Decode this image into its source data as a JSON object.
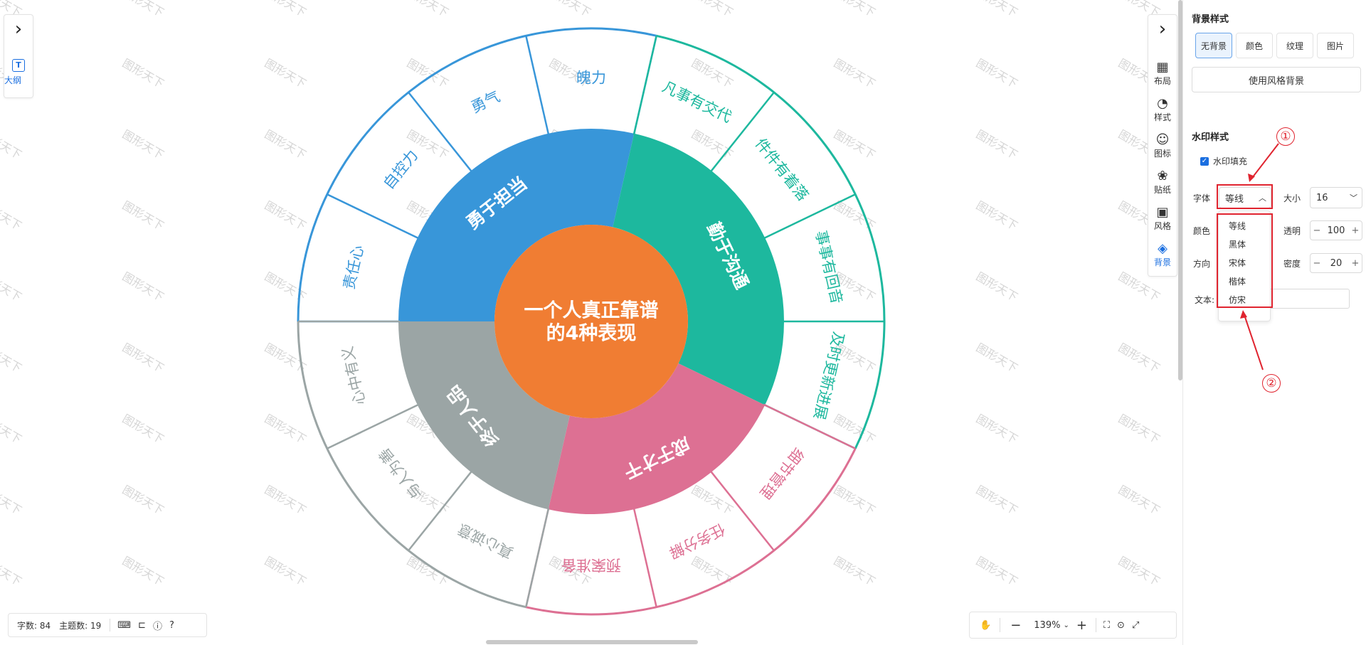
{
  "left_toolbar": {
    "outline_label": "大纲",
    "outline_icon": "outline-icon",
    "toggle_icon": "chevron-right-icon"
  },
  "right_toolbar": {
    "toggle_icon": "chevron-right-icon",
    "items": [
      {
        "label": "布局",
        "icon": "layout-icon"
      },
      {
        "label": "样式",
        "icon": "palette-icon"
      },
      {
        "label": "图标",
        "icon": "smiley-icon"
      },
      {
        "label": "贴纸",
        "icon": "flower-icon"
      },
      {
        "label": "风格",
        "icon": "grid-icon"
      },
      {
        "label": "背景",
        "icon": "layers-icon"
      }
    ]
  },
  "mindmap": {
    "center": "一个人真正靠谱\n的4种表现",
    "watermark": "图形天下",
    "branches": [
      {
        "name": "勇于担当",
        "color": "#3896d9",
        "leaves": [
          "责任心",
          "自控力",
          "勇气",
          "魄力"
        ]
      },
      {
        "name": "勤于沟通",
        "color": "#1db89e",
        "leaves": [
          "凡事有交代",
          "件件有着落",
          "事事有回音",
          "及时更新进展"
        ]
      },
      {
        "name": "成于才干",
        "color": "#dd7093",
        "leaves": [
          "细节管理",
          "任务分解",
          "预案准备"
        ]
      },
      {
        "name": "终于人品",
        "color": "#9ba5a5",
        "leaves": [
          "真心诚意",
          "与人为善",
          "心中有义"
        ]
      }
    ],
    "center_color": "#f07d33"
  },
  "status_bar": {
    "word_count": "字数: 84",
    "topic_count": "主题数: 19"
  },
  "zoom": {
    "level": "139%"
  },
  "panel": {
    "bg_title": "背景样式",
    "bg_options": [
      "无背景",
      "颜色",
      "纹理",
      "图片"
    ],
    "use_style_bg": "使用风格背景",
    "wm_title": "水印样式",
    "wm_fill_label": "水印填充",
    "font_label": "字体",
    "font_value": "等线",
    "size_label": "大小",
    "size_value": "16",
    "color_label": "颜色",
    "opacity_label": "透明",
    "opacity_value": "100",
    "direction_label": "方向",
    "density_label": "密度",
    "density_value": "20",
    "text_label": "文本:",
    "font_options": [
      "等线",
      "黑体",
      "宋体",
      "楷体",
      "仿宋"
    ]
  },
  "annotations": {
    "one": "①",
    "two": "②",
    "color": "#e0242f"
  }
}
